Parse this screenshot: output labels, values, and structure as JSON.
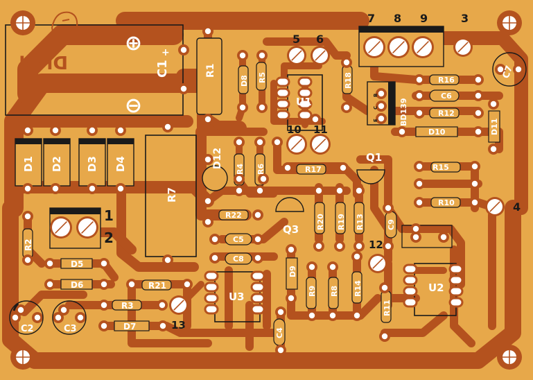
{
  "logo": {
    "text": "Dred"
  },
  "polarity": {
    "plus": "⊕",
    "minus": "⊖",
    "c1_plus": "+"
  },
  "labels": {
    "C1": "C1",
    "R1": "R1",
    "D1": "D1",
    "D2": "D2",
    "D3": "D3",
    "D4": "D4",
    "R7": "R7",
    "R2": "R2",
    "D5": "D5",
    "D6": "D6",
    "C2": "C2",
    "C3": "C3",
    "R3": "R3",
    "D7": "D7",
    "R21": "R21",
    "D8": "D8",
    "R5": "R5",
    "U1": "U1",
    "R18": "R18",
    "D12": "D12",
    "R4": "R4",
    "R6": "R6",
    "R17": "R17",
    "Q1": "Q1",
    "R22": "R22",
    "Q3": "Q3",
    "C5": "C5",
    "C8": "C8",
    "U3": "U3",
    "D9": "D9",
    "R9": "R9",
    "R8": "R8",
    "R14": "R14",
    "R20": "R20",
    "R19": "R19",
    "R13": "R13",
    "C9": "C9",
    "C4": "C4",
    "R11": "R11",
    "U2": "U2",
    "R16": "R16",
    "C6": "C6",
    "R12": "R12",
    "D10": "D10",
    "D11": "D11",
    "C7": "C7",
    "R15": "R15",
    "R10": "R10",
    "BD139": "BD139"
  },
  "transistor_pins": {
    "b": "B",
    "c": "C",
    "e": "E"
  },
  "terminals": {
    "t1": "1",
    "t2": "2",
    "t3": "3",
    "t4": "4",
    "t5": "5",
    "t6": "6",
    "t7": "7",
    "t8": "8",
    "t9": "9",
    "t10": "10",
    "t11": "11",
    "t12": "12",
    "t13": "13"
  }
}
